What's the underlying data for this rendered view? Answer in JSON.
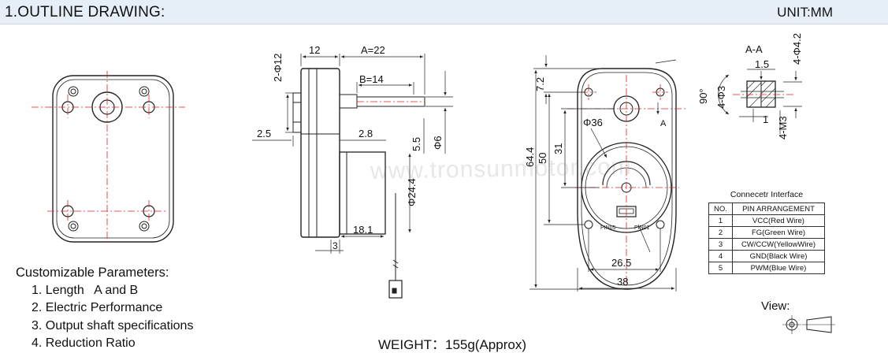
{
  "header": {
    "title": "1.OUTLINE DRAWING:",
    "unit": "UNIT:MM"
  },
  "side_view": {
    "dims": {
      "hole": "2-Φ12",
      "thick": "12",
      "len_a": "A=22",
      "len_b": "B=14",
      "d25": "2.5",
      "d28": "2.8",
      "d55": "5.5",
      "shaft": "Φ6",
      "motor_dia": "Φ24.4",
      "d181": "18.1",
      "d3": "3"
    }
  },
  "front_view": {
    "dims": {
      "h72": "7.2",
      "h644": "64.4",
      "h50": "50",
      "h31": "31",
      "d36": "Φ36",
      "w265": "26.5",
      "w38": "38",
      "pin05": "PIN05",
      "pin01": "PIN01",
      "section_mark": "A"
    }
  },
  "section_view": {
    "dims": {
      "title": "A-A",
      "h42": "4-Φ4.2",
      "d15": "1.5",
      "angle": "90°",
      "d43": "4-Φ3",
      "d1": "1",
      "m3": "4-M3"
    }
  },
  "connector": {
    "caption": "Connecetr Interface",
    "headers": [
      "NO.",
      "PIN ARRANGEMENT"
    ],
    "rows": [
      [
        "1",
        "VCC(Red Wire)"
      ],
      [
        "2",
        "FG(Green Wire)"
      ],
      [
        "3",
        "CW/CCW(YellowWire)"
      ],
      [
        "4",
        "GND(Black Wire)"
      ],
      [
        "5",
        "PWM(Blue Wire)"
      ]
    ]
  },
  "params": {
    "heading": "Customizable Parameters:",
    "items": [
      "1. Length   A and B",
      "2. Electric Performance",
      "3. Output shaft specifications",
      "4. Reduction Ratio"
    ]
  },
  "weight": "WEIGHT：155g(Approx)",
  "view_label": "View:",
  "watermark": "www.tronsunmotor.com"
}
